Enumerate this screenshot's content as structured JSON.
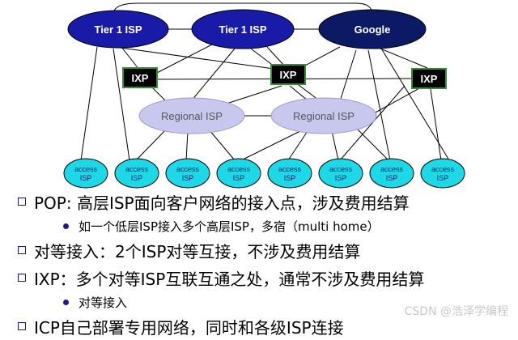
{
  "diagram": {
    "tier1_left": "Tier 1 ISP",
    "tier1_mid": "Tier 1 ISP",
    "google": "Google",
    "ixp": [
      "IXP",
      "IXP",
      "IXP"
    ],
    "regional_left": "Regional ISP",
    "regional_right": "Regional ISP",
    "access_line1": "access",
    "access_line2": "ISP",
    "access_count": 8
  },
  "bullets": [
    {
      "level": 1,
      "text": "POP: 高层ISP面向客户网络的接入点，涉及费用结算"
    },
    {
      "level": 2,
      "text": "如一个低层ISP接入多个高层ISP，多宿（multi home）"
    },
    {
      "level": 1,
      "text": "对等接入：2个ISP对等互接，不涉及费用结算"
    },
    {
      "level": 1,
      "text": "IXP：多个对等ISP互联互通之处，通常不涉及费用结算"
    },
    {
      "level": 2,
      "text": "对等接入"
    },
    {
      "level": 1,
      "text": "ICP自己部署专用网络，同时和各级ISP连接"
    }
  ],
  "watermark": "CSDN @浩泽学编程",
  "colors": {
    "tier1": "#1a1aa8",
    "google": "#0c1a66",
    "regional": "#c8c8ee",
    "access": "#1ed8e8",
    "ixp": "#000000"
  }
}
